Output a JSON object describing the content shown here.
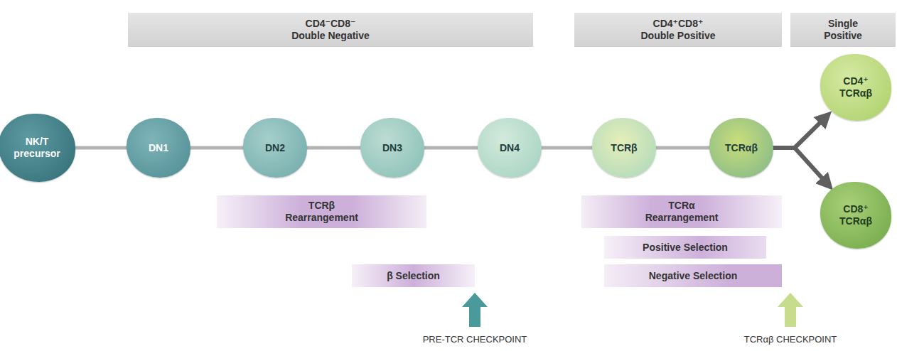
{
  "diagram": {
    "nodes": [
      {
        "text": [
          "CD4⁻CD8⁻ Double Negative"
        ]
      },
      {
        "text": [
          "CD4⁺CD8⁺ Double Positive"
        ]
      },
      {
        "text": [
          "Single Positive"
        ]
      },
      {
        "text": [
          "NK/T precursor"
        ]
      },
      {
        "text": [
          "DN1"
        ]
      },
      {
        "text": [
          "DN2"
        ]
      },
      {
        "text": [
          "DN3"
        ]
      },
      {
        "text": [
          "DN4"
        ]
      },
      {
        "text": [
          "TCRβ"
        ]
      },
      {
        "text": [
          "TCRαβ"
        ]
      },
      {
        "text": [
          "CD4⁺ TCRαβ"
        ]
      },
      {
        "text": [
          "CD8⁺ TCRαβ"
        ]
      },
      {
        "text": [
          "TCRβ Rearrangement"
        ]
      },
      {
        "text": [
          "β Selection"
        ]
      },
      {
        "text": [
          "TCRα Rearrangement"
        ]
      },
      {
        "text": [
          "Positive Selection"
        ]
      },
      {
        "text": [
          "Negative Selection"
        ]
      }
    ],
    "edges": [
      {
        "from": 3,
        "to": 4,
        "arrow": "none"
      },
      {
        "from": 4,
        "to": 5,
        "arrow": "none"
      },
      {
        "from": 5,
        "to": 6,
        "arrow": "none"
      },
      {
        "from": 6,
        "to": 7,
        "arrow": "none"
      },
      {
        "from": 7,
        "to": 8,
        "arrow": "none"
      },
      {
        "from": 8,
        "to": 9,
        "arrow": "none"
      },
      {
        "from": 9,
        "to": 10,
        "arrow": "to"
      },
      {
        "from": 9,
        "to": 11,
        "arrow": "to"
      }
    ],
    "labels": [
      "PRE-TCR CHECKPOINT",
      "TCRαβ CHECKPOINT"
    ]
  }
}
